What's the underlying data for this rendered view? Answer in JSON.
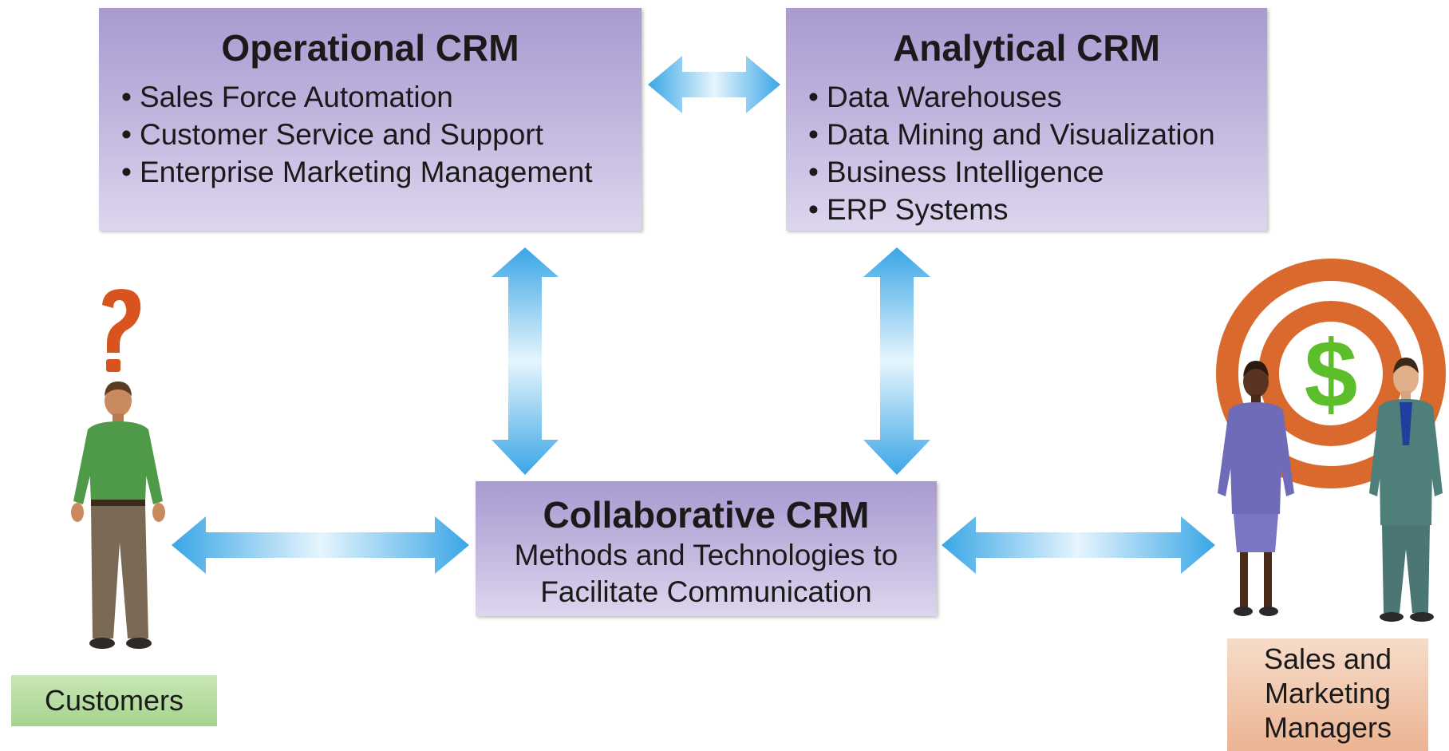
{
  "operational": {
    "title": "Operational CRM",
    "items": [
      "Sales Force Automation",
      "Customer Service and Support",
      "Enterprise Marketing Management"
    ]
  },
  "analytical": {
    "title": "Analytical CRM",
    "items": [
      "Data Warehouses",
      "Data Mining and Visualization",
      "Business Intelligence",
      "ERP Systems"
    ]
  },
  "collaborative": {
    "title": "Collaborative CRM",
    "desc_line1": "Methods and Technologies to",
    "desc_line2": "Facilitate Communication"
  },
  "customers": {
    "label": "Customers",
    "icon": "question-mark-icon"
  },
  "managers": {
    "label_line1": "Sales and",
    "label_line2": "Marketing",
    "label_line3": "Managers",
    "icon": "dollar-target-icon"
  },
  "colors": {
    "box": "#b8abda",
    "arrow": "#4fb0e8",
    "customers_label": "#b3dc9c",
    "managers_label": "#f0c4a8",
    "question_mark": "#d9531e",
    "target_ring": "#d9692d",
    "dollar": "#5cbf2a"
  }
}
